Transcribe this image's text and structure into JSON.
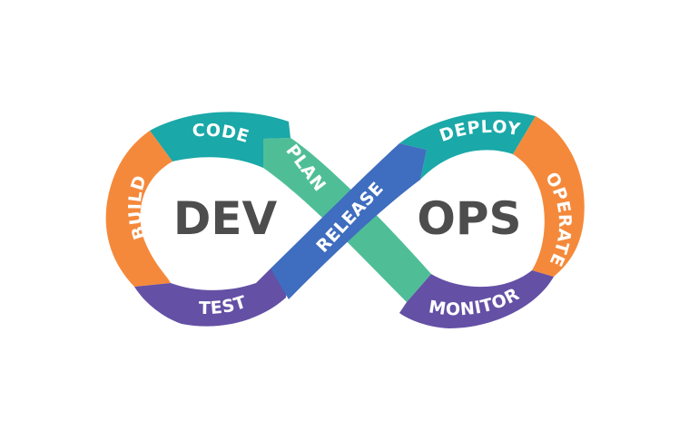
{
  "diagram": {
    "left_center_label": "DEV",
    "right_center_label": "OPS",
    "stages": [
      {
        "key": "plan",
        "label": "PLAN",
        "color": "#4fbe97"
      },
      {
        "key": "code",
        "label": "CODE",
        "color": "#1aa8a8"
      },
      {
        "key": "build",
        "label": "BUILD",
        "color": "#f5893b"
      },
      {
        "key": "test",
        "label": "TEST",
        "color": "#6450a5"
      },
      {
        "key": "release",
        "label": "RELEASE",
        "color": "#3f6dbf"
      },
      {
        "key": "deploy",
        "label": "DEPLOY",
        "color": "#1aa8a8"
      },
      {
        "key": "operate",
        "label": "OPERATE",
        "color": "#f5893b"
      },
      {
        "key": "monitor",
        "label": "MONITOR",
        "color": "#6450a5"
      }
    ]
  }
}
